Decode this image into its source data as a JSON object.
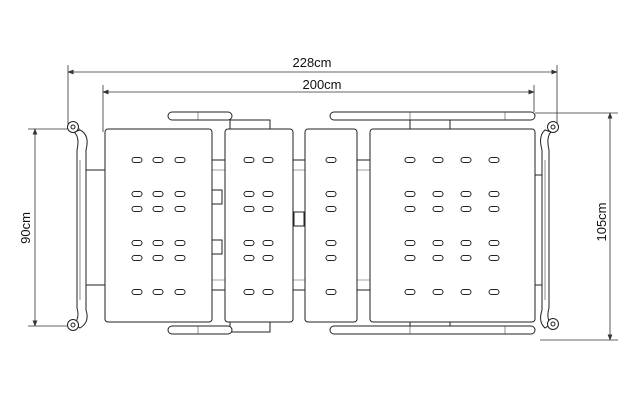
{
  "dimensions": {
    "overall_length": "228cm",
    "mattress_length": "200cm",
    "mattress_width": "90cm",
    "overall_width": "105cm"
  }
}
